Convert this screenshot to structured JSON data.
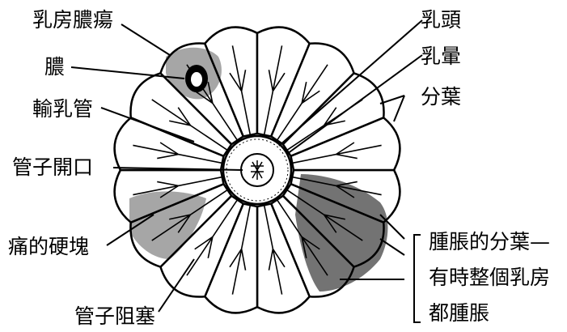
{
  "labels": {
    "abscess": "乳房膿瘍",
    "pus": "膿",
    "duct": "輸乳管",
    "duct_opening": "管子開口",
    "hard_lump": "痛的硬塊",
    "duct_blocked": "管子阻塞",
    "nipple": "乳頭",
    "areola": "乳暈",
    "lobes": "分葉",
    "swollen_line1": "腫脹的分葉—",
    "swollen_line2": "有時整個乳房",
    "swollen_line3": "都腫脹"
  },
  "colors": {
    "ink": "#000000",
    "paper": "#ffffff"
  }
}
